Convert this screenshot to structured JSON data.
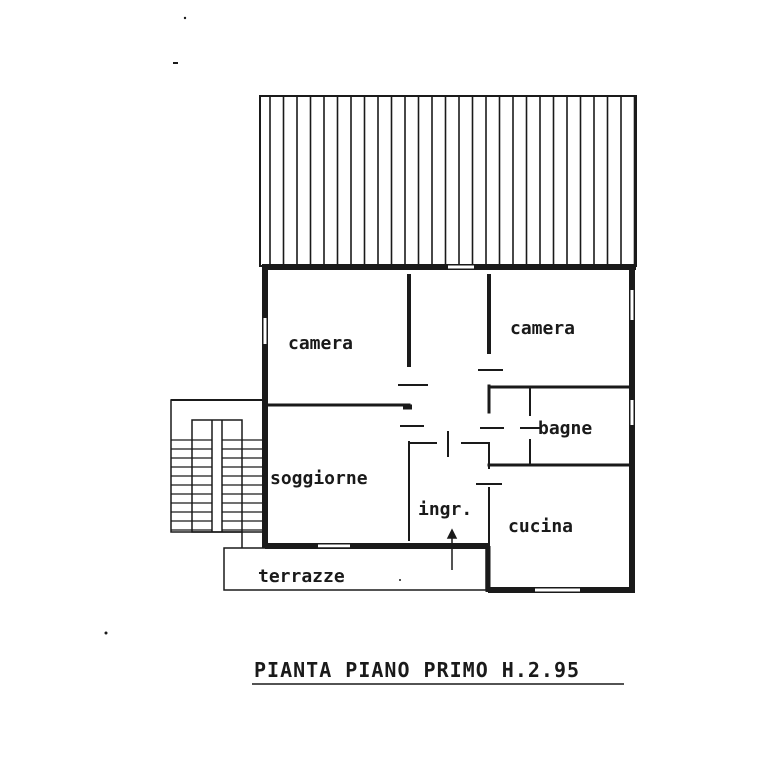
{
  "title": "PIANTA PIANO PRIMO H.2.95",
  "rooms": [
    {
      "id": "camera-left",
      "label": "camera"
    },
    {
      "id": "camera-right",
      "label": "camera"
    },
    {
      "id": "bagno",
      "label": "bagne"
    },
    {
      "id": "soggiorno",
      "label": "soggiorne"
    },
    {
      "id": "ingresso",
      "label": "ingr."
    },
    {
      "id": "cucina",
      "label": "cucina"
    },
    {
      "id": "terrazzo",
      "label": "terrazze"
    }
  ],
  "colors": {
    "ink": "#1a1a1a",
    "paper": "#ffffff"
  }
}
